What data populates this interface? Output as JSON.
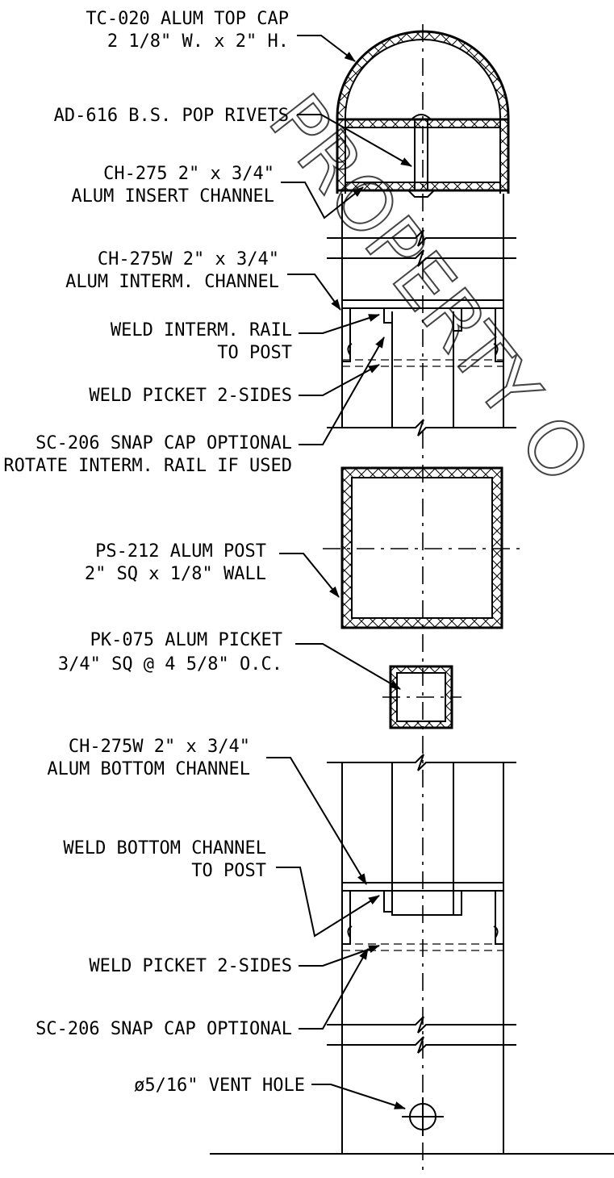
{
  "watermark": "PROPERTY O",
  "callouts": {
    "top_cap": [
      "TC-020 ALUM TOP CAP",
      "2 1/8\" W. x 2\" H."
    ],
    "pop_rivets": [
      "AD-616 B.S. POP RIVETS"
    ],
    "insert_channel": [
      "CH-275 2\" x 3/4\"",
      "ALUM INSERT CHANNEL"
    ],
    "interm_channel": [
      "CH-275W 2\" x 3/4\"",
      "ALUM INTERM. CHANNEL"
    ],
    "weld_interm_rail": [
      "WELD INTERM. RAIL",
      "TO POST"
    ],
    "weld_picket_1": [
      "WELD PICKET 2-SIDES"
    ],
    "snap_cap_1": [
      "SC-206 SNAP CAP OPTIONAL",
      "ROTATE INTERM. RAIL IF USED"
    ],
    "post": [
      "PS-212 ALUM POST",
      "2\" SQ x 1/8\" WALL"
    ],
    "picket": [
      "PK-075 ALUM PICKET",
      "3/4\" SQ @ 4 5/8\" O.C."
    ],
    "bottom_channel": [
      "CH-275W 2\" x 3/4\"",
      "ALUM BOTTOM CHANNEL"
    ],
    "weld_bottom_channel": [
      "WELD BOTTOM CHANNEL",
      "TO POST"
    ],
    "weld_picket_2": [
      "WELD PICKET 2-SIDES"
    ],
    "snap_cap_2": [
      "SC-206 SNAP CAP OPTIONAL"
    ],
    "vent_hole": [
      "ø5/16\" VENT HOLE"
    ]
  }
}
